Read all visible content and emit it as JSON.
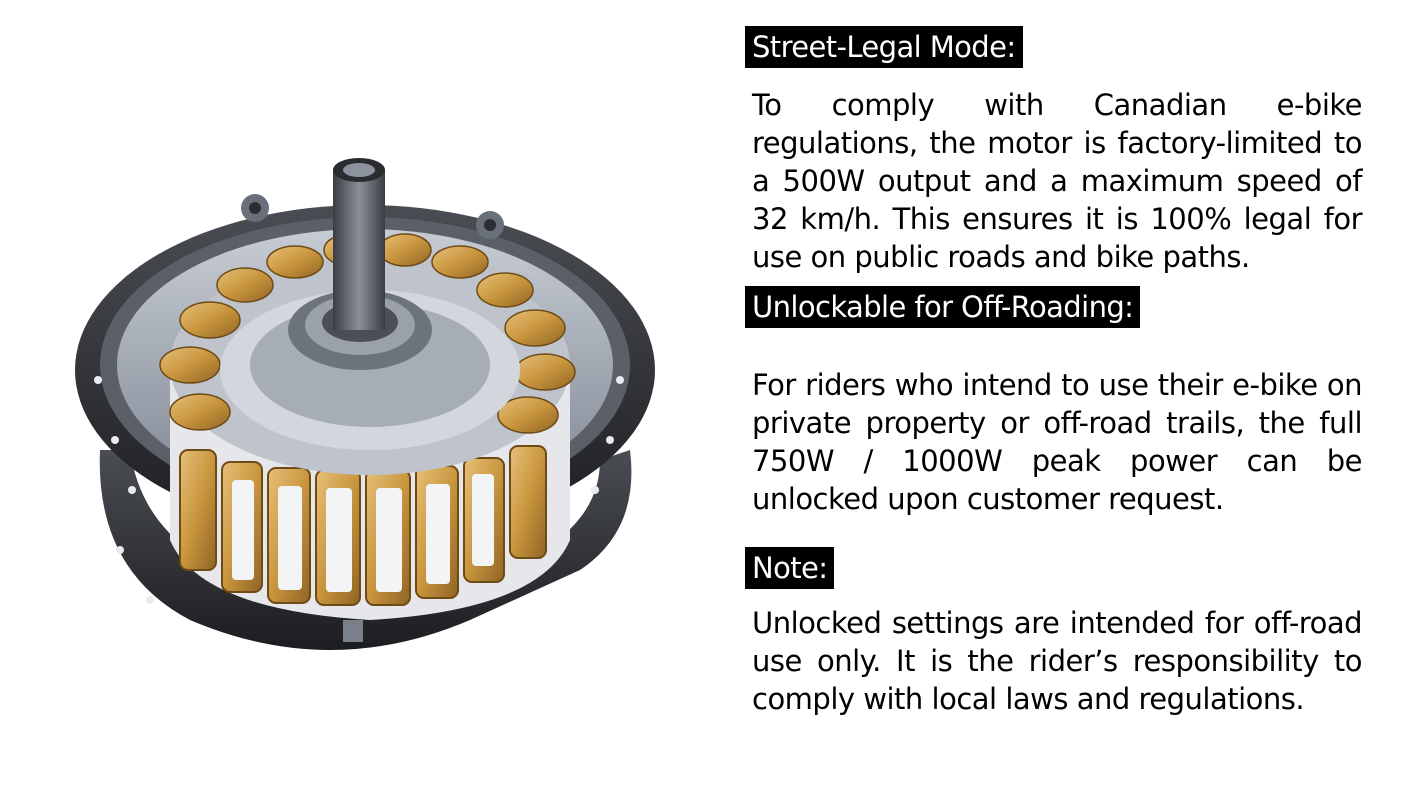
{
  "sections": [
    {
      "heading": "Street-Legal Mode:",
      "body": "To comply with Canadian e-bike regulations, the motor is factory-limited to a 500W output and a maximum speed of 32 km/h. This ensures it is 100% legal for use on public roads and bike paths."
    },
    {
      "heading": "Unlockable for Off-Roading:",
      "body": "For riders who intend to use their e-bike on private property or off-road trails, the full 750W / 1000W peak power can be unlocked upon customer request."
    },
    {
      "heading": "Note:",
      "body": "Unlocked settings are intended for off-road use only. It is the rider’s responsibility to comply with local laws and regulations."
    }
  ],
  "colors": {
    "heading_bg": "#000000",
    "heading_text": "#ffffff",
    "body_text": "#000000",
    "copper": "#c9963e",
    "steel": "#9aa3b0",
    "housing": "#2b2d31"
  },
  "figure": {
    "icon": "hub-motor-stator-illustration"
  }
}
